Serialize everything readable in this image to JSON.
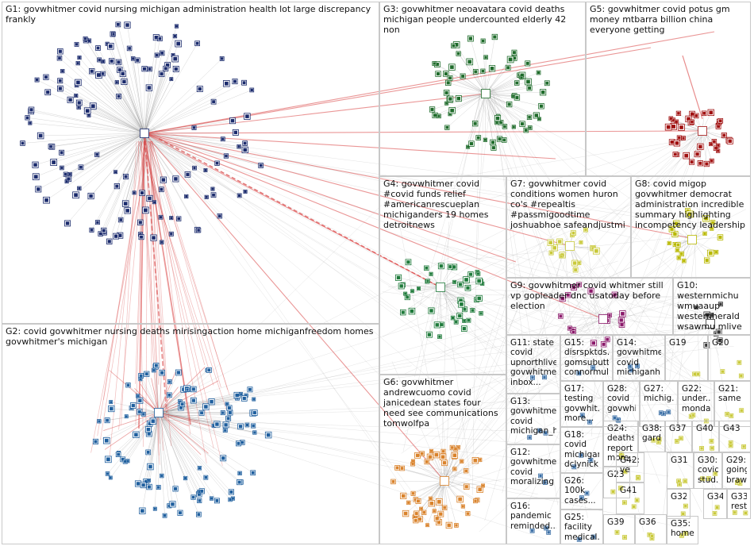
{
  "graph": {
    "title": "",
    "groups": [
      {
        "id": "G1",
        "label": "G1: govwhitmer covid nursing michigan administration health lot large discrepancy frankly",
        "color": "#1a2a6c"
      },
      {
        "id": "G2",
        "label": "G2: covid govwhitmer nursing deaths mirisingaction home michiganfreedom homes govwhitmer's michigan",
        "color": "#1f5f9e"
      },
      {
        "id": "G3",
        "label": "G3: govwhitmer neoavatara covid deaths michigan people undercounted elderly 42 non",
        "color": "#1e6b2a"
      },
      {
        "id": "G4",
        "label": "G4: govwhitmer covid #covid funds relief #americanrescueplan michiganders 19 homes detroitnews",
        "color": "#1e7a3a"
      },
      {
        "id": "G5",
        "label": "G5: govwhitmer covid potus gm money mtbarra billion china everyone getting",
        "color": "#a01010"
      },
      {
        "id": "G6",
        "label": "G6: govwhitmer andrewcuomo covid janicedean states four need see communications tomwolfpa",
        "color": "#d9822b"
      },
      {
        "id": "G7",
        "label": "G7: govwhitmer covid conditions women huron co's #repealtis #passmigoodtime joshuabhoe safeandjustmi",
        "color": "#c9c93a"
      },
      {
        "id": "G8",
        "label": "G8: covid migop govwhitmer democrat administration incredible summary highlighting incompetency leadership",
        "color": "#b8b800"
      },
      {
        "id": "G9",
        "label": "G9: govwhitmer covid whitmer still vp gopleader dnc usatoday before election",
        "color": "#8b1a6b"
      },
      {
        "id": "G10",
        "label": "G10: westernmichu wmuaaup westernherald wsawmu mlive",
        "color": "#333"
      },
      {
        "id": "G11",
        "label": "G11: state covid upnorthlive govwhitmer inbox...",
        "color": "#3a6ea5"
      },
      {
        "id": "G12",
        "label": "G12: govwhitmer covid moralizing",
        "color": "#3a6ea5"
      },
      {
        "id": "G13",
        "label": "G13: govwhitmer covid michigan_h...",
        "color": "#3a6ea5"
      },
      {
        "id": "G14",
        "label": "G14: govwhitmer covid michiganh...",
        "color": "#3a6ea5"
      },
      {
        "id": "G15",
        "label": "G15: disrspktds... gomsubutt... connormul...",
        "color": "#3a6ea5"
      },
      {
        "id": "G16",
        "label": "G16: pandemic reminded...",
        "color": "#3a6ea5"
      },
      {
        "id": "G17",
        "label": "G17: testing govwhit... more...",
        "color": "#3a6ea5"
      },
      {
        "id": "G18",
        "label": "G18: covid michigan dclynick...",
        "color": "#3a6ea5"
      },
      {
        "id": "G19",
        "label": "G19",
        "color": "#c9c93a"
      },
      {
        "id": "G20",
        "label": "G20",
        "color": "#c9c93a"
      },
      {
        "id": "G21",
        "label": "G21: same",
        "color": "#c9c93a"
      },
      {
        "id": "G22",
        "label": "G22: under... monda...",
        "color": "#c9c93a"
      },
      {
        "id": "G23",
        "label": "G23",
        "color": "#c9c93a"
      },
      {
        "id": "G24",
        "label": "G24: deaths report more...",
        "color": "#c9c93a"
      },
      {
        "id": "G25",
        "label": "G25: facility medical...",
        "color": "#3a6ea5"
      },
      {
        "id": "G26",
        "label": "G26: 100k cases...",
        "color": "#3a6ea5"
      },
      {
        "id": "G27",
        "label": "G27: michig...",
        "color": "#3a6ea5"
      },
      {
        "id": "G28",
        "label": "G28: covid govwhi...",
        "color": "#3a6ea5"
      },
      {
        "id": "G29",
        "label": "G29: going braw...",
        "color": "#c9c93a"
      },
      {
        "id": "G30",
        "label": "G30: covid stud...",
        "color": "#c9c93a"
      },
      {
        "id": "G31",
        "label": "G31",
        "color": "#c9c93a"
      },
      {
        "id": "G32",
        "label": "G32",
        "color": "#c9c93a"
      },
      {
        "id": "G33",
        "label": "G33: rest",
        "color": "#c9c93a"
      },
      {
        "id": "G34",
        "label": "G34",
        "color": "#c9c93a"
      },
      {
        "id": "G35",
        "label": "G35: home...",
        "color": "#c9c93a"
      },
      {
        "id": "G36",
        "label": "G36",
        "color": "#c9c93a"
      },
      {
        "id": "G37",
        "label": "G37",
        "color": "#c9c93a"
      },
      {
        "id": "G38",
        "label": "G38: gard...",
        "color": "#c9c93a"
      },
      {
        "id": "G39",
        "label": "G39",
        "color": "#c9c93a"
      },
      {
        "id": "G40",
        "label": "G40",
        "color": "#c9c93a"
      },
      {
        "id": "G41",
        "label": "G41",
        "color": "#c9c93a"
      },
      {
        "id": "G42",
        "label": "G42: ve",
        "color": "#c9c93a"
      },
      {
        "id": "G43",
        "label": "G43",
        "color": "#c9c93a"
      }
    ]
  },
  "colors": {
    "edge_gray": "#8a8a8a",
    "edge_red": "#d84040",
    "box_border": "#c8c8c8"
  }
}
